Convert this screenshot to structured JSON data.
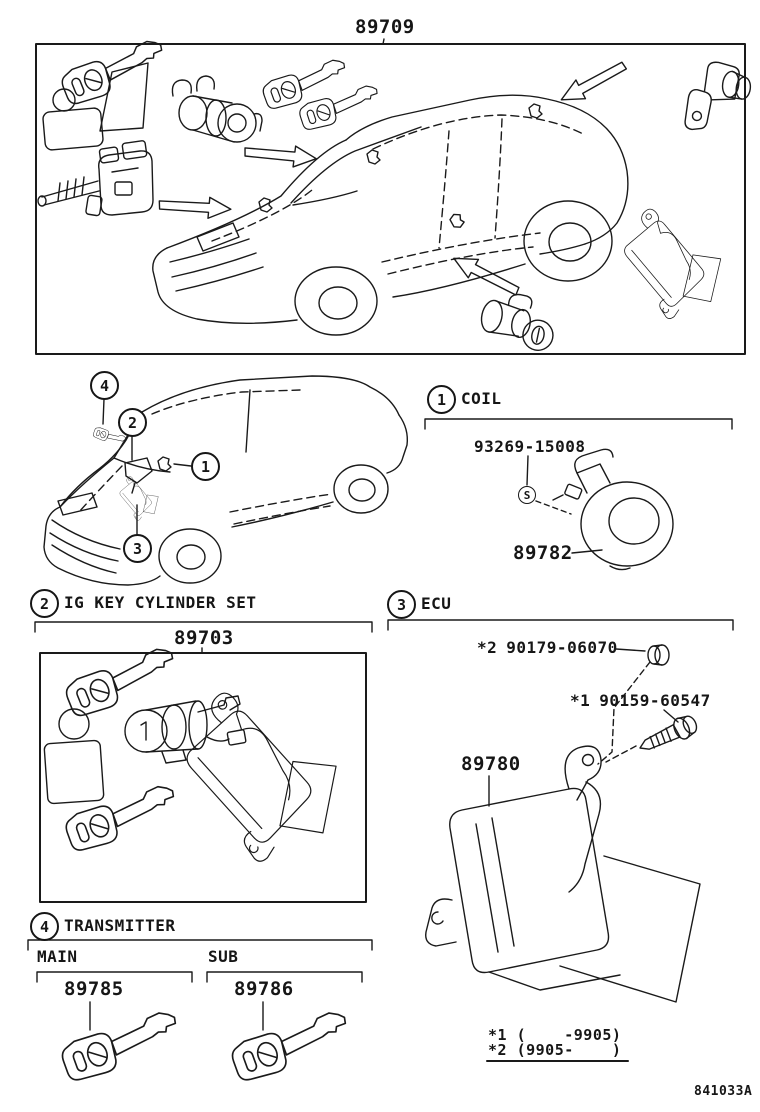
{
  "diagram": {
    "top_set_part_number": "89709",
    "code": "841033A"
  },
  "coil": {
    "callout": "1",
    "title": "COIL",
    "screw_symbol": "S",
    "screw_part_number": "93269-15008",
    "part_number": "89782"
  },
  "ig": {
    "callout": "2",
    "title": "IG KEY CYLINDER SET",
    "part_number": "89703"
  },
  "ecu": {
    "callout": "3",
    "title": "ECU",
    "nut_ref": "*2",
    "nut_part_number": "90179-06070",
    "bolt_ref": "*1",
    "bolt_part_number": "90159-60547",
    "part_number": "89780"
  },
  "transmitter": {
    "callout": "4",
    "title": "TRANSMITTER",
    "main_label": "MAIN",
    "main_part_number": "89785",
    "sub_label": "SUB",
    "sub_part_number": "89786"
  },
  "footnote": {
    "line1": "*1 (    -9905)",
    "line2": "*2 (9905-    )"
  }
}
